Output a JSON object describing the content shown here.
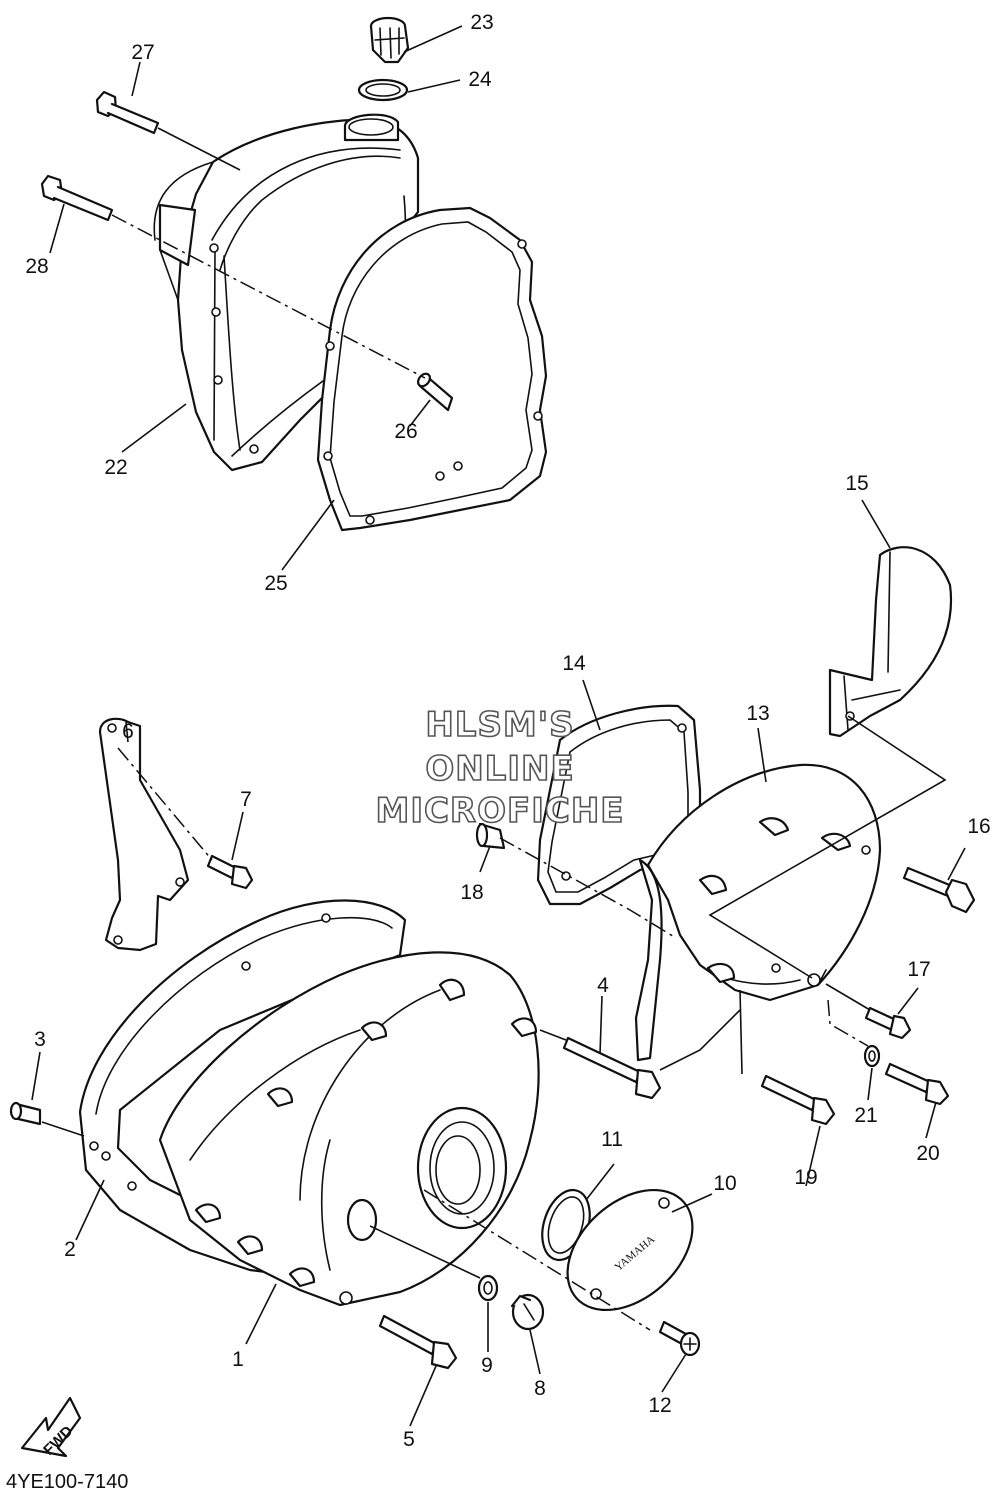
{
  "watermark": {
    "line1": "HLSM'S",
    "line2": "ONLINE",
    "line3": "MICROFICHE"
  },
  "diagram_code": "4YE100-7140",
  "fwd_label": "FWD",
  "cover_brand": "YAMAHA",
  "callouts": {
    "c1": "1",
    "c2": "2",
    "c3": "3",
    "c4": "4",
    "c5": "5",
    "c6": "6",
    "c7": "7",
    "c8": "8",
    "c9": "9",
    "c10": "10",
    "c11": "11",
    "c12": "12",
    "c13": "13",
    "c14": "14",
    "c15": "15",
    "c16": "16",
    "c17": "17",
    "c18": "18",
    "c19": "19",
    "c20": "20",
    "c21": "21",
    "c22": "22",
    "c23": "23",
    "c24": "24",
    "c25": "25",
    "c26": "26",
    "c27": "27",
    "c28": "28"
  }
}
